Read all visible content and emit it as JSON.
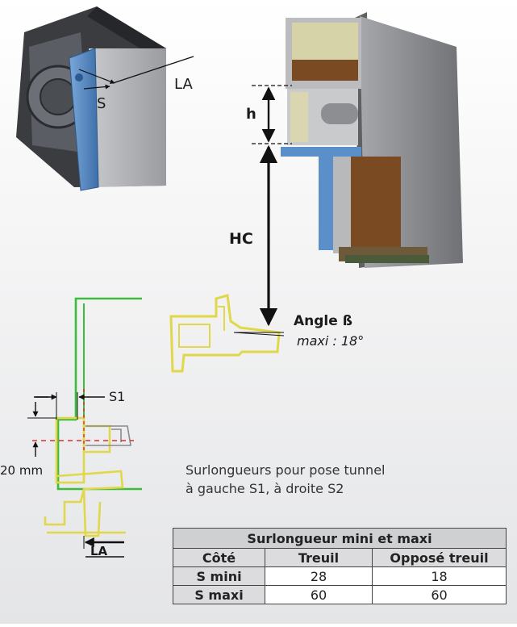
{
  "labels": {
    "la_top": "LA",
    "s_top": "S",
    "h": "h",
    "hc": "HC",
    "angle_title": "Angle ß",
    "angle_sub": "maxi : 18°",
    "s1": "S1",
    "mm20": "20 mm",
    "la_bottom": "LA"
  },
  "note": {
    "line1": "Surlongueurs pour pose tunnel",
    "line2": "à gauche S1, à droite S2"
  },
  "table": {
    "caption": "Surlongueur mini et maxi",
    "headers": [
      "Côté",
      "Treuil",
      "Opposé treuil"
    ],
    "rows": [
      {
        "label": "S mini",
        "treuil": "28",
        "oppose": "18"
      },
      {
        "label": "S maxi",
        "treuil": "60",
        "oppose": "60"
      }
    ]
  },
  "colors": {
    "blue_profile": "#5b8fc9",
    "green_line": "#3dbb3d",
    "yellow_profile": "#e0d84a",
    "brown_wood": "#7a4a22",
    "beige_panel": "#d6d3a8",
    "wall_grey": "#8d8f93"
  }
}
